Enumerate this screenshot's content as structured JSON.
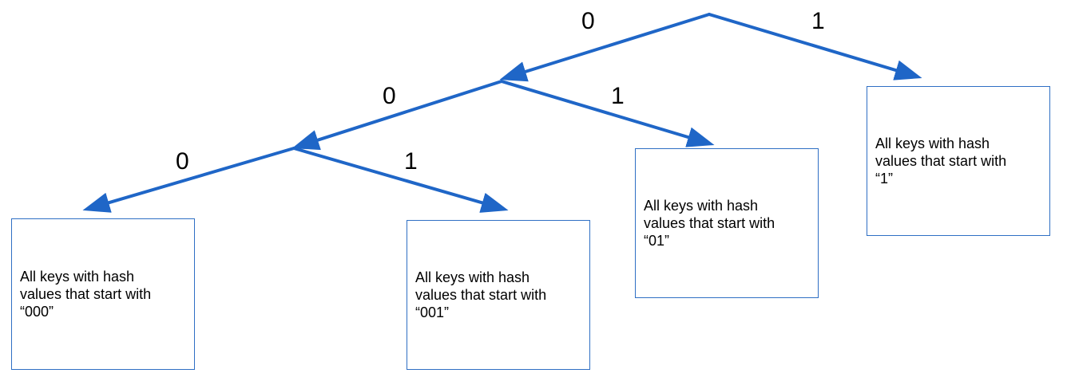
{
  "colors": {
    "edge": "#1f66c7",
    "box_border": "#2f6fc4",
    "text": "#000000"
  },
  "edge_labels": {
    "root_left": "0",
    "root_right": "1",
    "level1_left": "0",
    "level1_right": "1",
    "level2_left": "0",
    "level2_right": "1"
  },
  "leaves": {
    "prefix_000": "All keys with hash\nvalues that start with\n“000”",
    "prefix_001": "All keys with hash\nvalues that start with\n“001”",
    "prefix_01": "All keys with hash\nvalues that start with\n“01”",
    "prefix_1": "All keys with hash\nvalues that start with\n“1”"
  }
}
